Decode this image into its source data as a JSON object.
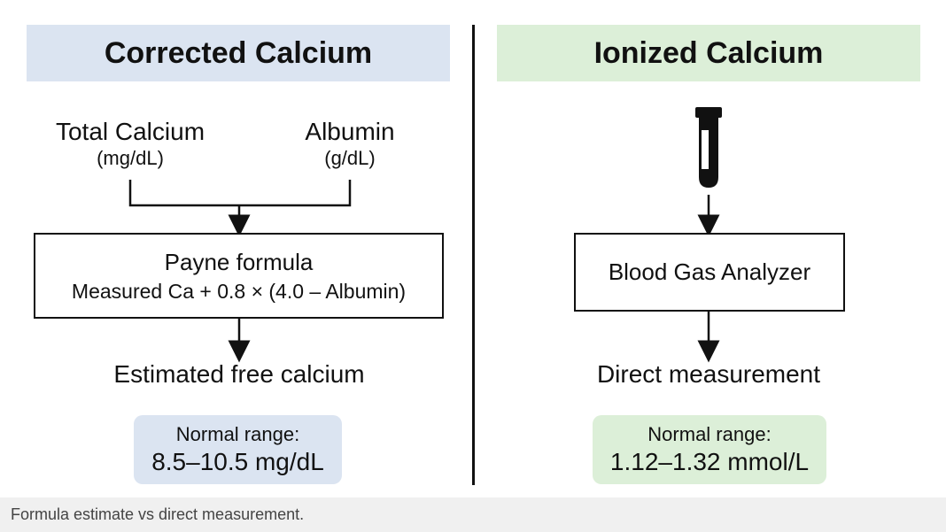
{
  "left": {
    "header": "Corrected Calcium",
    "input1": {
      "label": "Total Calcium",
      "unit": "(mg/dL)"
    },
    "input2": {
      "label": "Albumin",
      "unit": "(g/dL)"
    },
    "formula": {
      "title": "Payne formula",
      "expression": "Measured Ca + 0.8 × (4.0 – Albumin)"
    },
    "result": "Estimated free calcium",
    "range": {
      "title": "Normal range:",
      "value": "8.5–10.5 mg/dL"
    },
    "header_color": "#dbe4f1"
  },
  "right": {
    "header": "Ionized Calcium",
    "icon": "blood-tube-icon",
    "analyzer": "Blood Gas Analyzer",
    "result": "Direct measurement",
    "range": {
      "title": "Normal range:",
      "value": "1.12–1.32 mmol/L"
    },
    "header_color": "#dcefd8"
  },
  "caption": "Formula estimate vs direct measurement."
}
